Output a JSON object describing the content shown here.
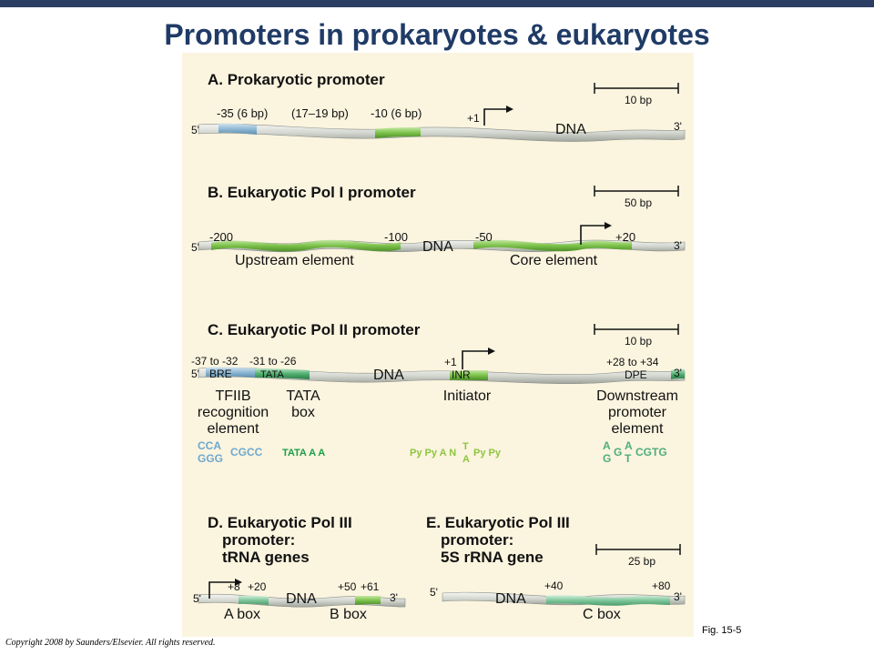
{
  "slide": {
    "title": "Promoters in prokaryotes & eukaryotes",
    "copyright": "Copyright 2008 by Saunders/Elsevier. All rights reserved.",
    "figure_ref": "Fig. 15-5"
  },
  "colors": {
    "header_bar": "#2c3e63",
    "title": "#1f3b66",
    "panel_bg": "#fbf4df",
    "dna": "#d8dcd6",
    "blue_element": "#8fb8d4",
    "green_element": "#7cc24a",
    "teal_element": "#4fb06e",
    "tfiib_seq": "#6ea9cf",
    "tata_seq": "#19a04a",
    "inr_seq": "#8cc63f",
    "dpe_seq": "#4dae7a"
  },
  "panels": {
    "a": {
      "title": "A. Prokaryotic promoter",
      "scale": "10 bp",
      "labels": [
        "-35 (6 bp)",
        "(17–19 bp)",
        "-10 (6 bp)",
        "+1",
        "DNA",
        "5'",
        "3'"
      ]
    },
    "b": {
      "title": "B. Eukaryotic Pol I promoter",
      "scale": "50 bp",
      "labels": [
        "-200",
        "-100",
        "DNA",
        "-50",
        "+20",
        "5'",
        "3'",
        "Upstream element",
        "Core element"
      ]
    },
    "c": {
      "title": "C. Eukaryotic Pol II promoter",
      "scale": "10 bp",
      "labels": [
        "-37 to -32",
        "-31 to -26",
        "BRE",
        "TATA",
        "DNA",
        "+1",
        "INR",
        "+28 to +34",
        "DPE",
        "5'",
        "3'"
      ],
      "names": {
        "tfiib": [
          "TFIIB",
          "recognition",
          "element"
        ],
        "tata": [
          "TATA",
          "box"
        ],
        "initiator": [
          "Initiator"
        ],
        "downstream": [
          "Downstream",
          "promoter",
          "element"
        ]
      },
      "sequences": {
        "bre_top": "CCA",
        "bre_bottom": "GGG",
        "bre_tail": "CGCC",
        "tata": "TATA A A",
        "inr_a": "Py Py A N",
        "inr_top": "T",
        "inr_bottom": "A",
        "inr_b": "Py Py",
        "dpe_top1": "A",
        "dpe_bot1": "G",
        "dpe_mid": "G",
        "dpe_top2": "A",
        "dpe_bot2": "T",
        "dpe_tail": "CGTG"
      }
    },
    "d": {
      "title": [
        "D. Eukaryotic Pol III",
        "promoter:",
        "tRNA genes"
      ],
      "labels": [
        "+8",
        "+20",
        "+50",
        "+61",
        "DNA",
        "5'",
        "3'",
        "A box",
        "B box"
      ]
    },
    "e": {
      "title": [
        "E. Eukaryotic Pol III",
        "promoter:",
        "5S rRNA gene"
      ],
      "scale": "25 bp",
      "labels": [
        "5'",
        "DNA",
        "+40",
        "+80",
        "3'",
        "C box"
      ]
    }
  }
}
